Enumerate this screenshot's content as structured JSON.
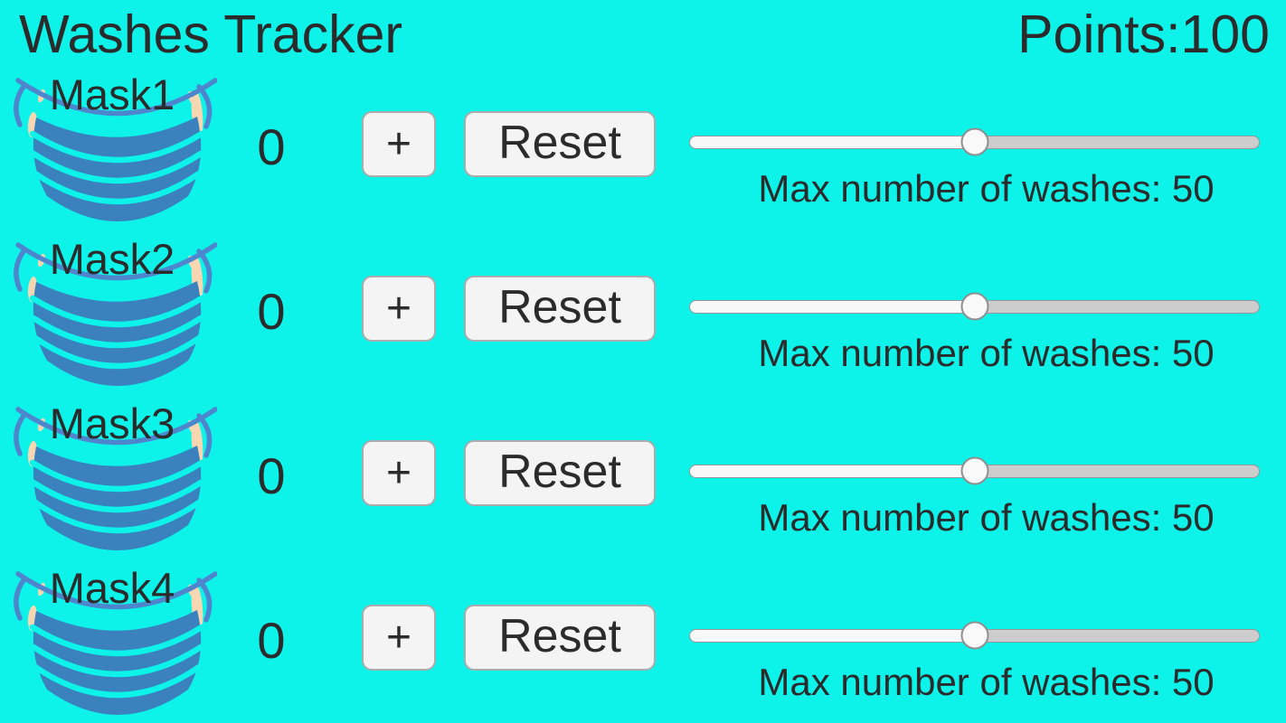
{
  "header": {
    "title": "Washes Tracker",
    "points_label": "Points:",
    "points_value": "100"
  },
  "icons": {
    "mask": "surgical-mask-icon"
  },
  "colors": {
    "background": "#0df2e9",
    "mask_body": "#3a81bd",
    "mask_strap": "#4e86cd",
    "mask_skin": "#f6d7b2",
    "text": "#2b2b2b",
    "button_bg": "#f4f4f4",
    "button_border": "#ababab",
    "slider_fill": "#f8f8f8",
    "slider_track": "#cdcdcd",
    "slider_border": "#979797",
    "thumb_bg": "#f9f9f9",
    "thumb_border": "#8f8f8f"
  },
  "rows": [
    {
      "mask_label": "Mask1",
      "count": "0",
      "plus_label": "+",
      "reset_label": "Reset",
      "slider_percent": 50,
      "max_washes_label": "Max number of washes: 50"
    },
    {
      "mask_label": "Mask2",
      "count": "0",
      "plus_label": "+",
      "reset_label": "Reset",
      "slider_percent": 50,
      "max_washes_label": "Max number of washes: 50"
    },
    {
      "mask_label": "Mask3",
      "count": "0",
      "plus_label": "+",
      "reset_label": "Reset",
      "slider_percent": 50,
      "max_washes_label": "Max number of washes: 50"
    },
    {
      "mask_label": "Mask4",
      "count": "0",
      "plus_label": "+",
      "reset_label": "Reset",
      "slider_percent": 50,
      "max_washes_label": "Max number of washes: 50"
    }
  ]
}
